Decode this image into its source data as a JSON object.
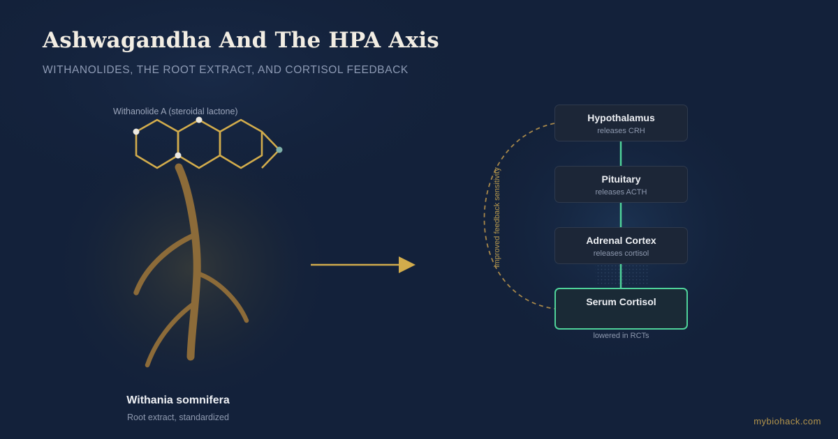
{
  "header": {
    "title": "Ashwagandha And The HPA Axis",
    "subtitle": "WITHANOLIDES, THE ROOT EXTRACT, AND CORTISOL FEEDBACK"
  },
  "molecule": {
    "label": "Withanolide A (steroidal lactone)"
  },
  "plant": {
    "name": "Withania somnifera",
    "description": "Root extract, standardized"
  },
  "axis": {
    "nodes": [
      {
        "title": "Hypothalamus",
        "subtitle": "releases CRH"
      },
      {
        "title": "Pituitary",
        "subtitle": "releases ACTH"
      },
      {
        "title": "Adrenal Cortex",
        "subtitle": "releases cortisol"
      }
    ],
    "serum": {
      "title": "Serum Cortisol",
      "note": "lowered in RCTs"
    },
    "feedback_label": "improved feedback sensitivity"
  },
  "footer": {
    "site": "mybiohack.com"
  },
  "colors": {
    "background": "#13213a",
    "gold": "#d2ac4c",
    "root": "#8c6b39",
    "green": "#4fd39a",
    "node_fill": "#1c2637"
  }
}
